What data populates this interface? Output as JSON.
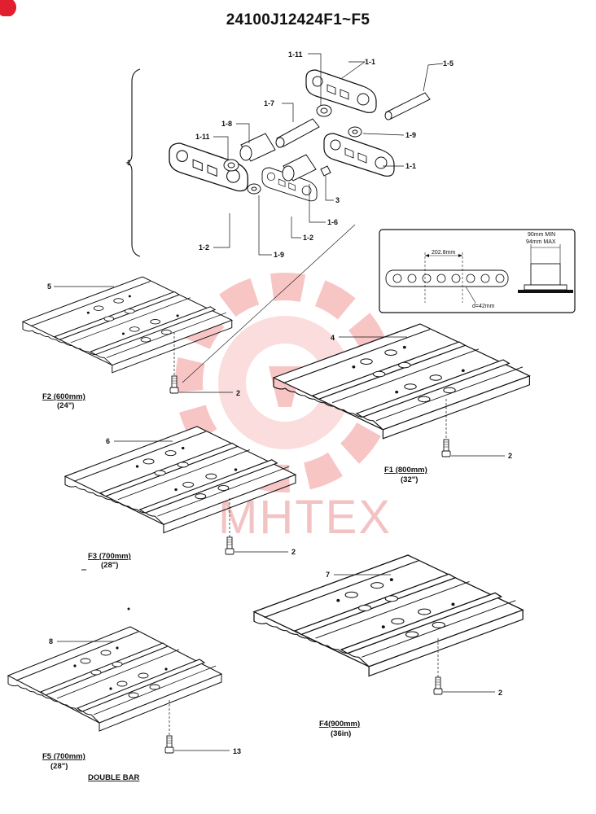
{
  "title": "24100J12424F1~F5",
  "watermark": "MHTEX",
  "colors": {
    "line": "#111111",
    "watermark": "#f08080",
    "corner": "#e0202e"
  },
  "chain": {
    "group_label": "1",
    "labels": {
      "p1_11a": "1-11",
      "p1_1a": "1-1",
      "p1_5": "1-5",
      "p1_7": "1-7",
      "p1_8": "1-8",
      "p1_11b": "1-11",
      "p1_9a": "1-9",
      "p1_1b": "1-1",
      "p3": "3",
      "p1_6": "1-6",
      "p1_2a": "1-2",
      "p1_2b": "1-2",
      "p1_9b": "1-9"
    }
  },
  "inset": {
    "pitch": "202.8mm",
    "diameter": "d=42mm",
    "min": "90mm MIN",
    "max": "94mm MAX"
  },
  "shoes": [
    {
      "id": "F2",
      "ref": "5",
      "bolt_ref": "2",
      "caption": "F2 (600mm)",
      "inch": "(24\")"
    },
    {
      "id": "F1",
      "ref": "4",
      "bolt_ref": "2",
      "caption": "F1 (800mm)",
      "inch": "(32\")"
    },
    {
      "id": "F3",
      "ref": "6",
      "bolt_ref": "2",
      "caption": "F3 (700mm)",
      "inch": "(28\")"
    },
    {
      "id": "F4",
      "ref": "7",
      "bolt_ref": "2",
      "caption": "F4(900mm)",
      "inch": "(36in)"
    },
    {
      "id": "F5",
      "ref": "8",
      "bolt_ref": "13",
      "caption": "F5 (700mm)",
      "inch": "(28\")",
      "note": "DOUBLE BAR"
    }
  ]
}
